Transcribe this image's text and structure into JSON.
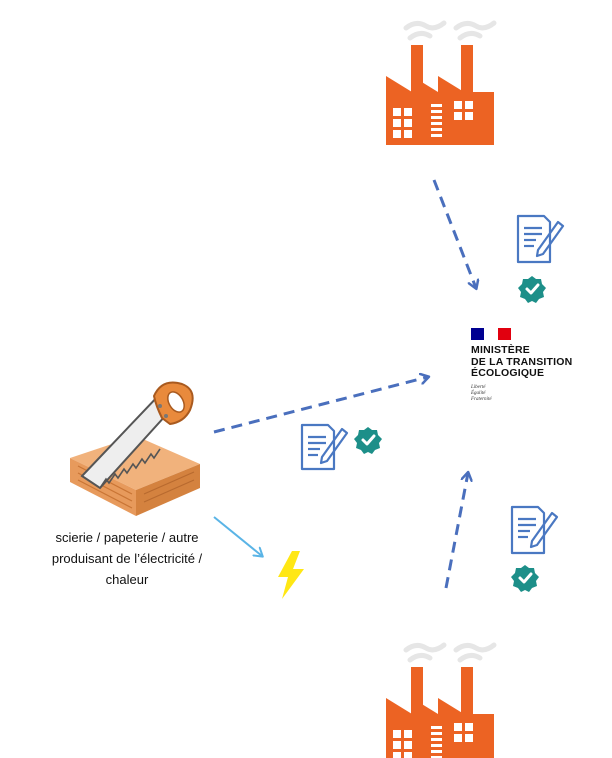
{
  "colors": {
    "factory": "#ec6323",
    "factory_window": "#ffffff",
    "smoke": "#e6e6e6",
    "dashed_arrow": "#4a6fbd",
    "solid_arrow": "#5ab4e6",
    "document": "#4a78c2",
    "check_badge": "#1d8f89",
    "lightning": "#ffe714",
    "flag_blue": "#000091",
    "flag_white": "#ffffff",
    "flag_red": "#e1000f"
  },
  "icons": {
    "factory": "factory-icon",
    "document": "document-pen-icon",
    "check": "check-badge-icon",
    "saw": "saw-and-wood-icon",
    "lightning": "lightning-icon"
  },
  "source": {
    "caption_lines": [
      "scierie / papeterie / autre",
      "produisant de l’électricité /",
      "chaleur"
    ]
  },
  "ministry": {
    "name_lines": [
      "MINISTÈRE",
      "DE LA TRANSITION",
      "ÉCOLOGIQUE"
    ],
    "motto_lines": [
      "Liberté",
      "Égalité",
      "Fraternité"
    ]
  }
}
